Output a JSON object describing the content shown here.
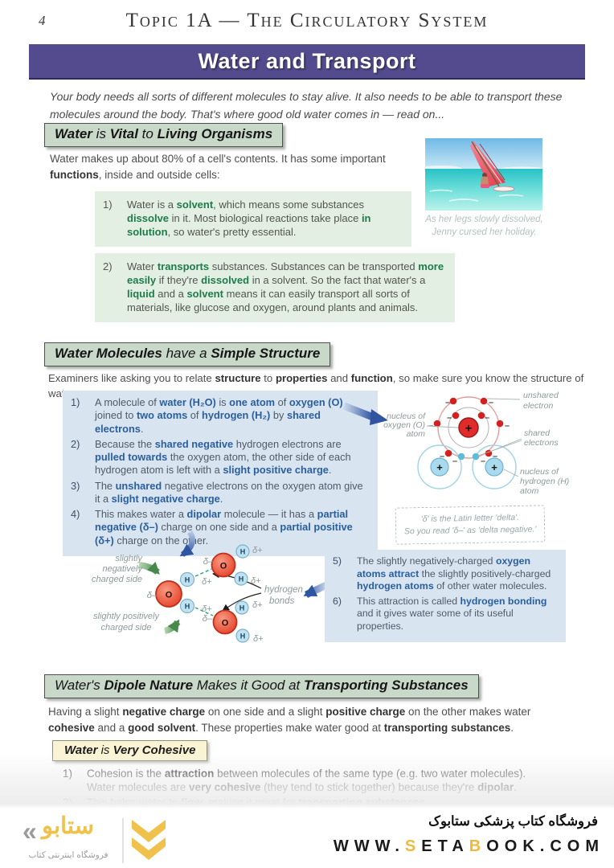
{
  "page": {
    "number": "4",
    "header": "Topic 1A — The Circulatory System",
    "banner": "Water and Transport",
    "intro": "Your body needs all sorts of different molecules to stay alive.  It also needs to be able to transport these molecules around the body.  That's where good old water comes in — read on..."
  },
  "section1": {
    "heading": "**Water** is **Vital** to **Living Organisms**",
    "para": "Water makes up about 80% of a cell's contents.  It has some important **functions**, inside and outside cells:",
    "points": [
      {
        "num": "1)",
        "text": "Water is a **solvent**, which means some substances **dissolve** in it.  Most biological reactions take place **in solution**, so water's pretty essential."
      },
      {
        "num": "2)",
        "text": "Water **transports** substances.  Substances can be transported **more easily** if they're **dissolved** in a solvent.  So the fact that water's a **liquid** and a **solvent** means it can easily transport all sorts of materials, like glucose and oxygen, around plants and animals."
      }
    ],
    "photo_caption": "As her legs slowly dissolved,\nJenny cursed her holiday."
  },
  "section2": {
    "heading": "**Water Molecules** have a **Simple Structure**",
    "para": "Examiners like asking you to relate **structure** to **properties** and **function**, so make sure you know the structure of water.",
    "points": [
      {
        "num": "1)",
        "text": "A molecule of **water (H₂O)** is **one atom** of **oxygen (O)** joined to **two atoms** of **hydrogen (H₂)** by **shared electrons**."
      },
      {
        "num": "2)",
        "text": "Because the **shared negative** hydrogen electrons are **pulled towards** the oxygen atom, the other side of each hydrogen atom is left with a **slight positive charge**."
      },
      {
        "num": "3)",
        "text": "The **unshared** negative electrons on the oxygen atom give it a **slight negative charge**."
      },
      {
        "num": "4)",
        "text": "This makes water a **dipolar** molecule — it has a **partial negative (δ–)** charge on one side and a **partial positive (δ+)** charge on the other."
      }
    ],
    "points2": [
      {
        "num": "5)",
        "text": "The slightly negatively-charged **oxygen atoms attract** the slightly positively-charged **hydrogen atoms** of other water molecules."
      },
      {
        "num": "6)",
        "text": "This attraction is called **hydrogen bonding** and it gives water some of its useful properties."
      }
    ],
    "atom_diagram": {
      "label_unshared": [
        "unshared",
        "electron"
      ],
      "label_o_nucleus": [
        "nucleus of",
        "oxygen (O)",
        "atom"
      ],
      "label_shared": [
        "shared",
        "electrons"
      ],
      "label_h_nucleus": [
        "nucleus of",
        "hydrogen (H)",
        "atom"
      ],
      "plus": "+",
      "minus": "–",
      "note_line1": "'δ' is the Latin letter 'delta'.",
      "note_line2": "So you read 'δ–' as 'delta negative.'"
    },
    "molecule_diagram": {
      "label_negative": [
        "slightly",
        "negatively",
        "charged side"
      ],
      "label_positive": [
        "slightly positively",
        "charged side"
      ],
      "label_bonds": [
        "hydrogen",
        "bonds"
      ],
      "delta_minus": "δ–",
      "delta_plus": "δ+",
      "o": "O",
      "h": "H"
    }
  },
  "section3": {
    "heading": "Water's **Dipole Nature** Makes it Good at **Transporting Substances**",
    "para": "Having a slight **negative charge** on one side and a slight **positive charge** on the other makes water **cohesive** and a **good solvent**.  These properties make water good at **transporting substances**.",
    "subheading": "**Water** is **Very Cohesive**",
    "points": [
      {
        "num": "1)",
        "text": "Cohesion is the **attraction** between molecules of the same type (e.g. two water molecules).\nWater molecules are **very cohesive** (they tend to stick together) because they're **dipolar**."
      },
      {
        "num": "2)",
        "text": "This helps water to **flow**, making it great for **transporting substances**."
      }
    ]
  },
  "footer": {
    "logo_mark": "«",
    "logo_text": "ستابو",
    "logo_subtitle": "فروشگاه اینترنتی کتاب",
    "store_title": "فروشگاه کتاب پزشکی ستابوک",
    "site_url": "WWW.**S**ETA**B**OOK.COM"
  },
  "colors": {
    "banner_purple": "#534b8e",
    "heading_green": "#c9d9c9",
    "box_green": "#e4efe3",
    "box_blue": "#d9e4f1",
    "bold_green": "#1d7c4a",
    "bold_blue": "#2a5f9e",
    "cream": "#faf4d4",
    "gold": "#f0c24b"
  }
}
